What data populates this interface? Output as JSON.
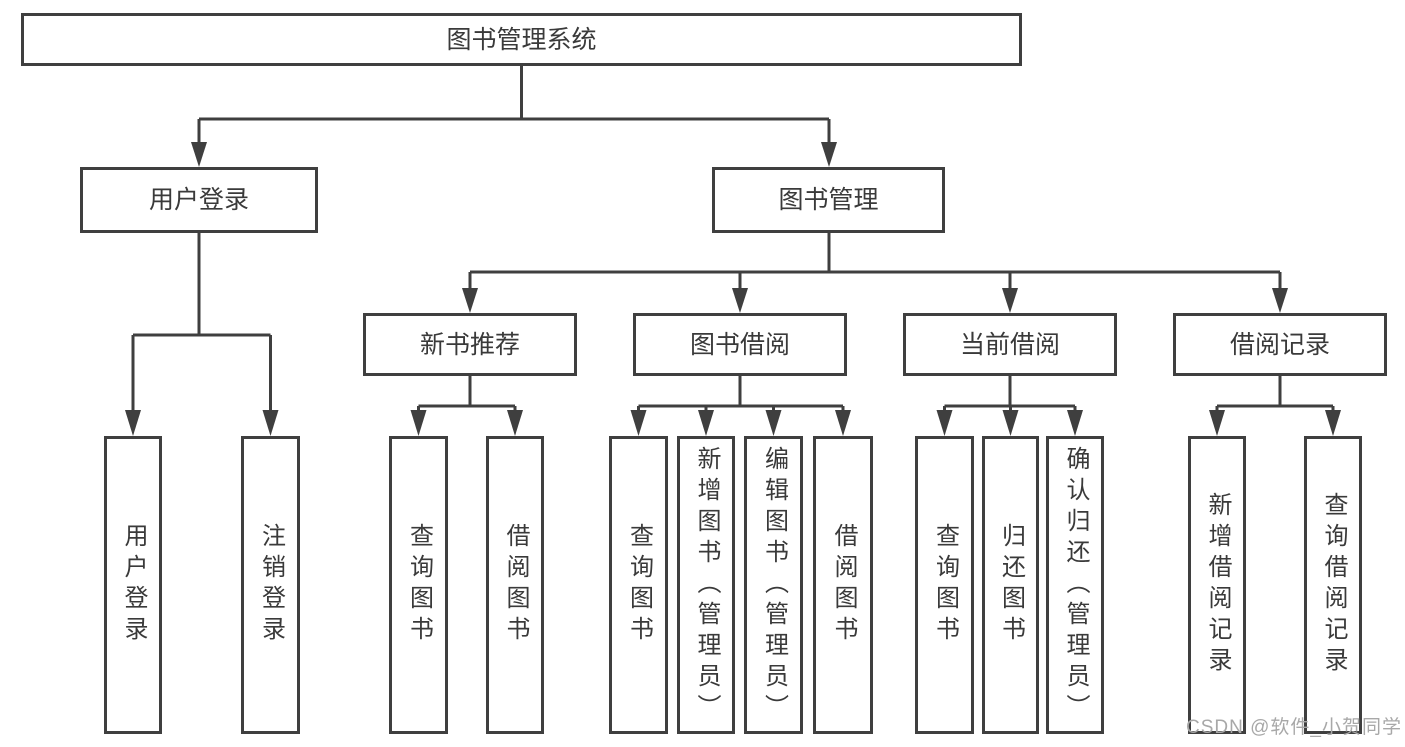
{
  "diagram_type": "hierarchy-tree",
  "tree": {
    "label": "图书管理系统",
    "children": [
      {
        "label": "用户登录",
        "children": [
          {
            "label": "用户登录"
          },
          {
            "label": "注销登录"
          }
        ]
      },
      {
        "label": "图书管理",
        "children": [
          {
            "label": "新书推荐",
            "children": [
              {
                "label": "查询图书"
              },
              {
                "label": "借阅图书"
              }
            ]
          },
          {
            "label": "图书借阅",
            "children": [
              {
                "label": "查询图书"
              },
              {
                "label": "新增图书（管理员）"
              },
              {
                "label": "编辑图书（管理员）"
              },
              {
                "label": "借阅图书"
              }
            ]
          },
          {
            "label": "当前借阅",
            "children": [
              {
                "label": "查询图书"
              },
              {
                "label": "归还图书"
              },
              {
                "label": "确认归还（管理员）"
              }
            ]
          },
          {
            "label": "借阅记录",
            "children": [
              {
                "label": "新增借阅记录"
              },
              {
                "label": "查询借阅记录"
              }
            ]
          }
        ]
      }
    ]
  },
  "watermark": {
    "text": "CSDN @软件_小贺同学"
  },
  "colors": {
    "line": "#3f3f3f",
    "box_border": "#3f3f3f",
    "text": "#3a3a3a",
    "watermark": "#a8a8a8",
    "background": "#ffffff"
  }
}
